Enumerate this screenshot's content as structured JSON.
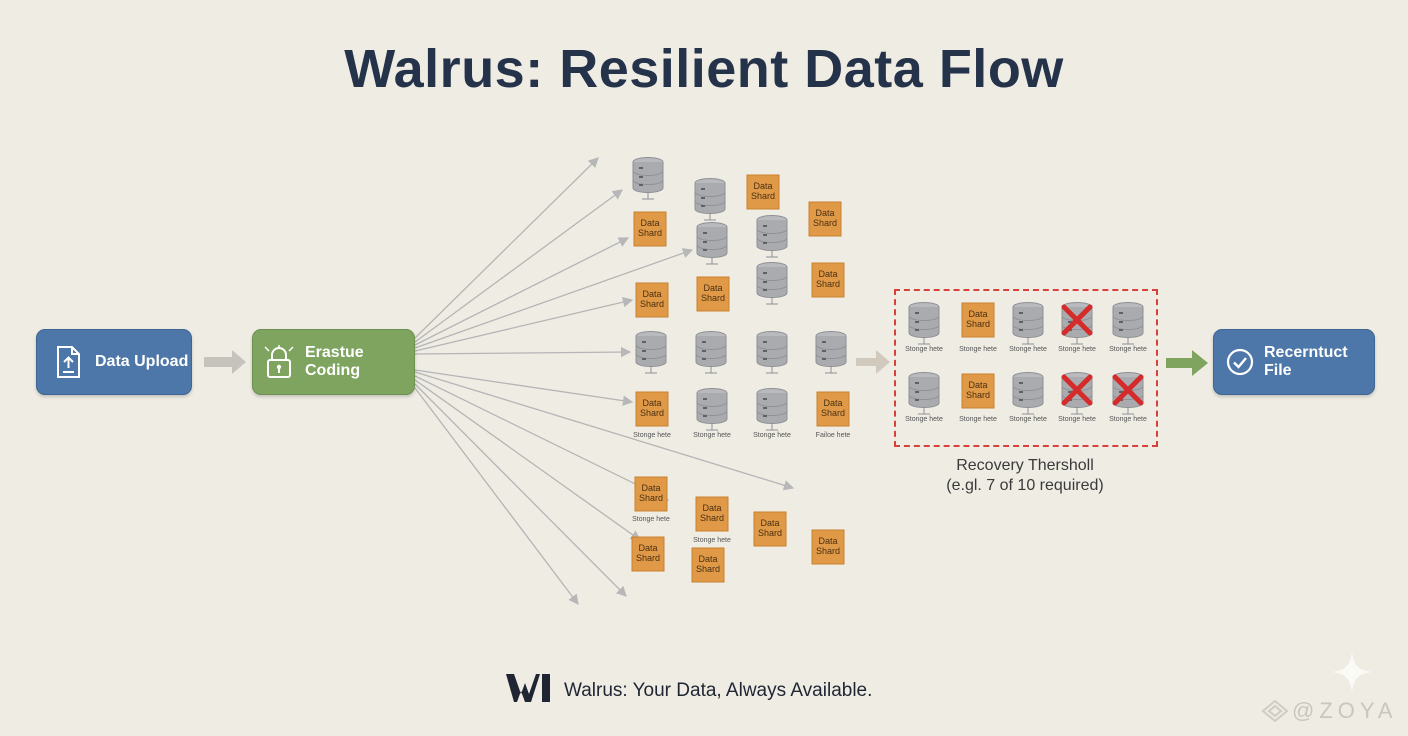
{
  "title": "Walrus: Resilient Data Flow",
  "stages": {
    "upload": {
      "label": "Data Upload",
      "icon": "file-upload-icon"
    },
    "erasure": {
      "label": "Erastue Coding",
      "icon": "padlock-icon"
    },
    "reconstruct": {
      "label": "Recerntuct File",
      "icon": "check-circle-icon"
    }
  },
  "shard_label": "Data Shard",
  "node_label": "Stonge hete",
  "failed_node_label": "Failoe hete",
  "recovery": {
    "title": "Recovery Thersholl",
    "subtitle": "(e.gl. 7 of 10 required)",
    "node_label": "Stonge hete"
  },
  "footer": {
    "tagline": "Walrus: Your Data, Always Available.",
    "logo": "walrus-w-logo"
  },
  "watermark": "@ZOYA",
  "colors": {
    "background": "#efece4",
    "upload_box": "#4c77a8",
    "erasure_box": "#7fa45f",
    "shard": "#e09a47",
    "server": "#a8aaae",
    "failure": "#d62b2b",
    "threshold_border": "#d6413b"
  }
}
